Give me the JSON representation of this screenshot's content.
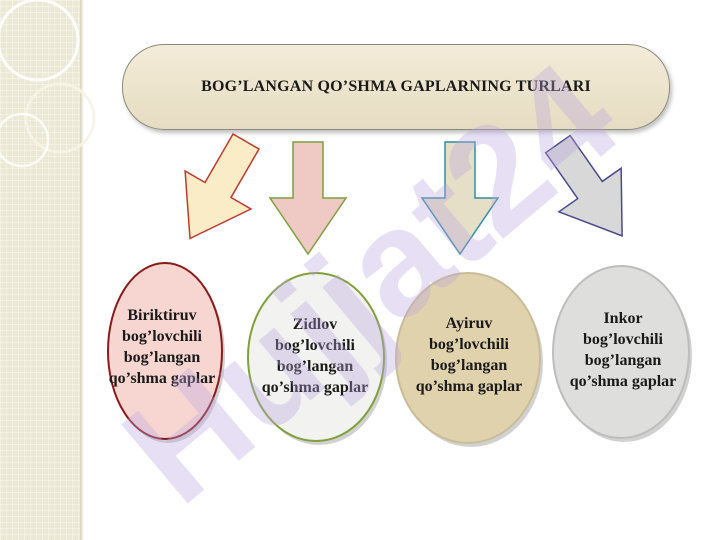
{
  "diagram": {
    "title": "BOG’LANGAN QO’SHMA GAPLARNING TURLARI",
    "types": [
      {
        "lines": [
          "Biriktiruv",
          "bog’lovchili",
          "bog’langan",
          "qo’shma gaplar"
        ],
        "fill": "#f7d6d2",
        "stroke": "#8b1a1a",
        "arrow_fill": "#f9ecc6",
        "arrow_stroke": "#c0392b"
      },
      {
        "lines": [
          "Zidlov",
          "bog’lovchili",
          "bog’langan",
          "qo’shma gaplar"
        ],
        "fill": "#f2f2f0",
        "stroke": "#7fa03a",
        "arrow_fill": "#efc9c4",
        "arrow_stroke": "#7fa03a"
      },
      {
        "lines": [
          "Ayiruv",
          "bog’lovchili",
          "bog’langan",
          "qo’shma gaplar"
        ],
        "fill": "#e0d2ad",
        "stroke": "#c9bd98",
        "arrow_fill": "#e6dfc8",
        "arrow_stroke": "#2f8fa6"
      },
      {
        "lines": [
          "Inkor",
          "bog’lovchili",
          "bog’langan",
          "qo’shma gaplar"
        ],
        "fill": "#dededd",
        "stroke": "#bdbdbd",
        "arrow_fill": "#d8d8d8",
        "arrow_stroke": "#4b4a8c"
      }
    ]
  },
  "watermark": {
    "text": "Hujjat24",
    "color": "#b9a6e0"
  }
}
